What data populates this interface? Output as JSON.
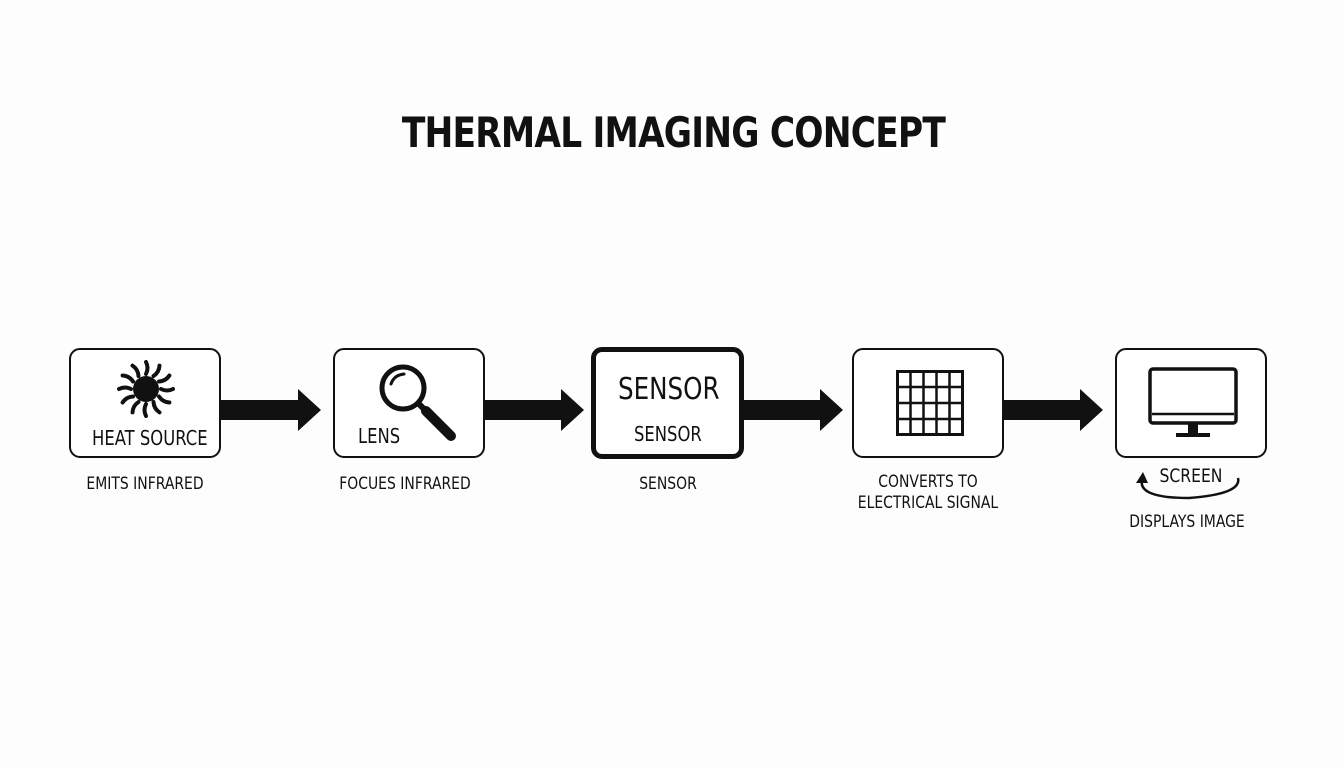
{
  "title": "THERMAL IMAGING CONCEPT",
  "nodes": [
    {
      "label": "HEAT SOURCE",
      "caption": "EMITS INFRARED",
      "icon": "sun-icon"
    },
    {
      "label": "LENS",
      "caption": "FOCUES INFRARED",
      "icon": "magnifier-icon"
    },
    {
      "label": "SENSOR",
      "sublabel": "SENSOR",
      "caption": "SENSOR"
    },
    {
      "label": "",
      "caption_line1": "CONVERTS TO",
      "caption_line2": "ELECTRICAL SIGNAL",
      "icon": "grid-icon"
    },
    {
      "label": "SCREEN",
      "caption": "DISPLAYS IMAGE",
      "icon": "monitor-icon"
    }
  ],
  "arrow_color": "#111111"
}
